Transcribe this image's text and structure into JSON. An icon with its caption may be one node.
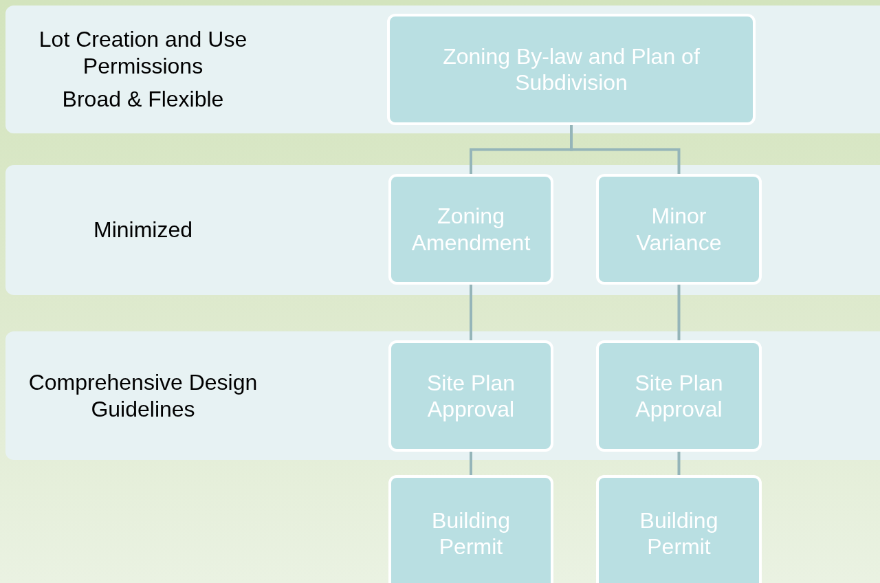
{
  "diagram": {
    "nodes": [
      {
        "text": [
          "Lot Creation and Use Permissions",
          "Broad & Flexible"
        ]
      },
      {
        "text": [
          "Minimized"
        ]
      },
      {
        "text": [
          "Comprehensive Design Guidelines"
        ]
      },
      {
        "text": [
          "Zoning By-law and Plan of Subdivision"
        ],
        "in": 0
      },
      {
        "text": [
          "Zoning Amendment"
        ],
        "in": 1
      },
      {
        "text": [
          "Minor Variance"
        ],
        "in": 1
      },
      {
        "text": [
          "Site Plan Approval"
        ],
        "in": 2
      },
      {
        "text": [
          "Site Plan Approval"
        ],
        "in": 2
      },
      {
        "text": [
          "Building Permit"
        ]
      },
      {
        "text": [
          "Building Permit"
        ]
      }
    ],
    "edges": [
      {
        "from": 3,
        "to": 4,
        "arrow": "none"
      },
      {
        "from": 3,
        "to": 5,
        "arrow": "none"
      },
      {
        "from": 4,
        "to": 6,
        "arrow": "none"
      },
      {
        "from": 5,
        "to": 7,
        "arrow": "none"
      },
      {
        "from": 6,
        "to": 8,
        "arrow": "none"
      },
      {
        "from": 7,
        "to": 9,
        "arrow": "none"
      }
    ]
  }
}
